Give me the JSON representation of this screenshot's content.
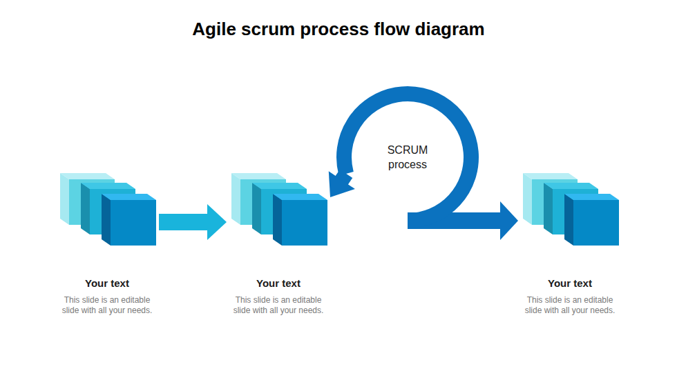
{
  "diagram": {
    "title": "Agile scrum process flow diagram",
    "nodes": [
      {
        "text": [
          "Your text",
          "This slide is an editable slide with all your needs."
        ]
      },
      {
        "text": [
          "Your text",
          "This slide is an editable slide with all your needs."
        ]
      },
      {
        "text": [
          "SCRUM process"
        ]
      },
      {
        "text": [
          "Your text",
          "This slide is an editable slide with all your needs."
        ]
      }
    ],
    "edges": [
      {
        "from": 0,
        "to": 1,
        "arrow": "to"
      },
      {
        "from": 2,
        "to": 1,
        "arrow": "to"
      },
      {
        "from": 2,
        "to": 3,
        "arrow": "to"
      }
    ]
  }
}
